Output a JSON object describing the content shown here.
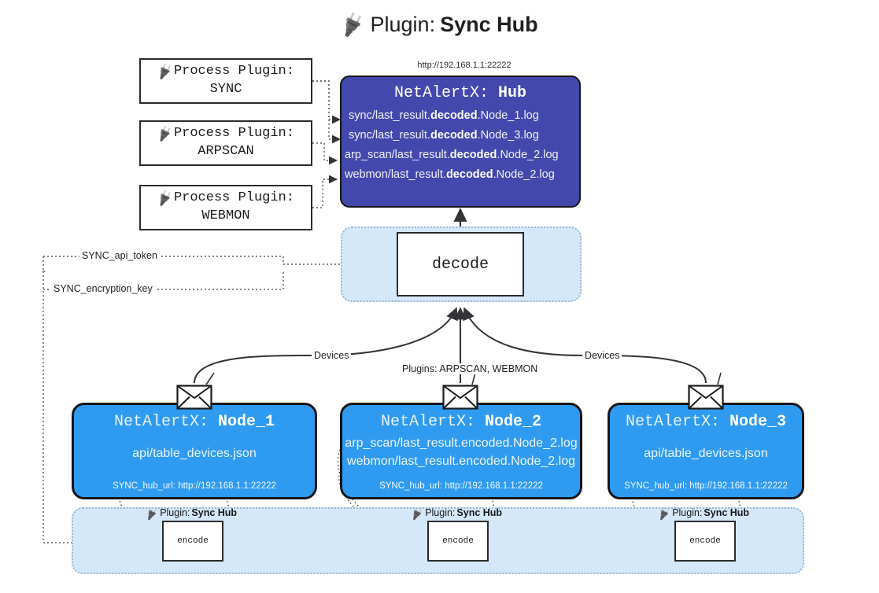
{
  "title": {
    "icon": "plug-icon",
    "prefix": "Plugin:",
    "name": "Sync Hub"
  },
  "process_plugins": [
    {
      "icon": "plug-icon",
      "line1": "Process Plugin:",
      "line2": "SYNC"
    },
    {
      "icon": "plug-icon",
      "line1": "Process Plugin:",
      "line2": "ARPSCAN"
    },
    {
      "icon": "plug-icon",
      "line1": "Process Plugin:",
      "line2": "WEBMON"
    }
  ],
  "hub": {
    "url": "http://192.168.1.1:22222",
    "title_prefix": "NetAlertX:",
    "title_name": "Hub",
    "lines": [
      {
        "pre": "sync/last_result.",
        "bold": "decoded",
        "post": ".Node_1.log"
      },
      {
        "pre": "sync/last_result.",
        "bold": "decoded",
        "post": ".Node_3.log"
      },
      {
        "pre": "arp_scan/last_result.",
        "bold": "decoded",
        "post": ".Node_2.log"
      },
      {
        "pre": "webmon/last_result.",
        "bold": "decoded",
        "post": ".Node_2.log"
      }
    ]
  },
  "decode": {
    "label": "decode"
  },
  "settings": {
    "api_token": "SYNC_api_token",
    "encryption_key": "SYNC_encryption_key"
  },
  "link_labels": {
    "devices_left": "Devices",
    "devices_right": "Devices",
    "plugins_center": "Plugins: ARPSCAN, WEBMON"
  },
  "nodes": [
    {
      "icon": "envelope-icon",
      "title_prefix": "NetAlertX:",
      "title_name": "Node_1",
      "lines": [
        "api/table_devices.json"
      ],
      "footer": "SYNC_hub_url: http://192.168.1.1:22222"
    },
    {
      "icon": "envelope-icon",
      "title_prefix": "NetAlertX:",
      "title_name": "Node_2",
      "lines": [
        "arp_scan/last_result.encoded.Node_2.log",
        "webmon/last_result.encoded.Node_2.log"
      ],
      "footer": "SYNC_hub_url: http://192.168.1.1:22222"
    },
    {
      "icon": "envelope-icon",
      "title_prefix": "NetAlertX:",
      "title_name": "Node_3",
      "lines": [
        "api/table_devices.json"
      ],
      "footer": "SYNC_hub_url: http://192.168.1.1:22222"
    }
  ],
  "encoders": [
    {
      "icon": "plug-icon",
      "caption_prefix": "Plugin:",
      "caption_name": "Sync Hub",
      "label": "encode"
    },
    {
      "icon": "plug-icon",
      "caption_prefix": "Plugin:",
      "caption_name": "Sync Hub",
      "label": "encode"
    },
    {
      "icon": "plug-icon",
      "caption_prefix": "Plugin:",
      "caption_name": "Sync Hub",
      "label": "encode"
    }
  ],
  "colors": {
    "hub_fill": "#4348ad",
    "node_fill": "#2f9bf0",
    "container_fill": "#d5e8fa",
    "container_border": "#9bb6cc",
    "stroke": "#2a2a2a",
    "page_bg": "#ffffff"
  }
}
